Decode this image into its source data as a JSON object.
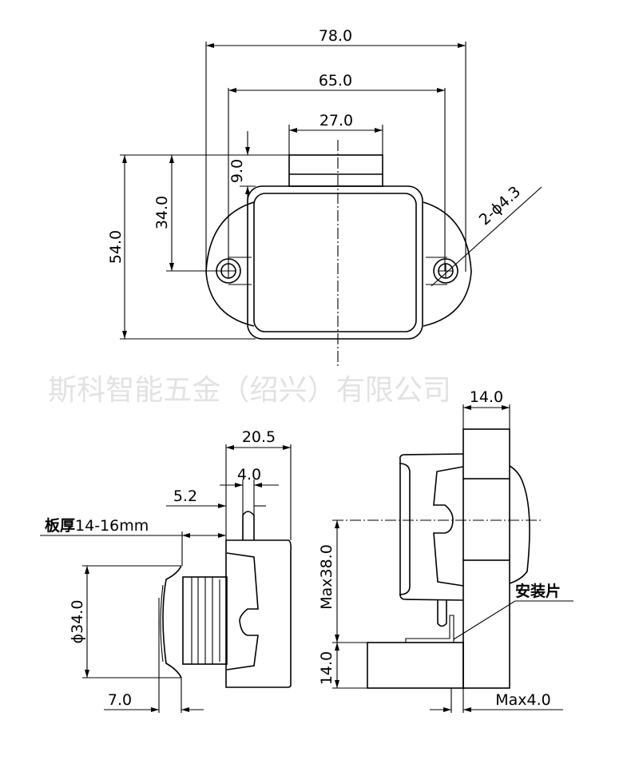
{
  "watermark": "斯科智能五金（绍兴）有限公司",
  "top_view": {
    "dim_overall_width": "78.0",
    "dim_hole_spacing": "65.0",
    "dim_tongue_width": "27.0",
    "dim_tongue_height": "9.0",
    "dim_hole_offset": "34.0",
    "dim_overall_height": "54.0",
    "dim_holes": "2-ϕ4.3"
  },
  "side_view": {
    "dim_depth": "20.5",
    "dim_pin_width": "4.0",
    "dim_pin_offset": "5.2",
    "panel_label_bold": "板厚",
    "panel_label": "14-16mm",
    "dim_button_diameter": "ϕ34.0",
    "dim_button_depth": "7.0"
  },
  "install_view": {
    "dim_panel_thickness": "14.0",
    "dim_max_height": "Max38.0",
    "dim_base_thickness": "14.0",
    "dim_max_gap": "Max4.0",
    "bracket_label": "安装片"
  },
  "colors": {
    "line": "#000000",
    "watermark": "#e2e2e2",
    "background": "#ffffff"
  }
}
